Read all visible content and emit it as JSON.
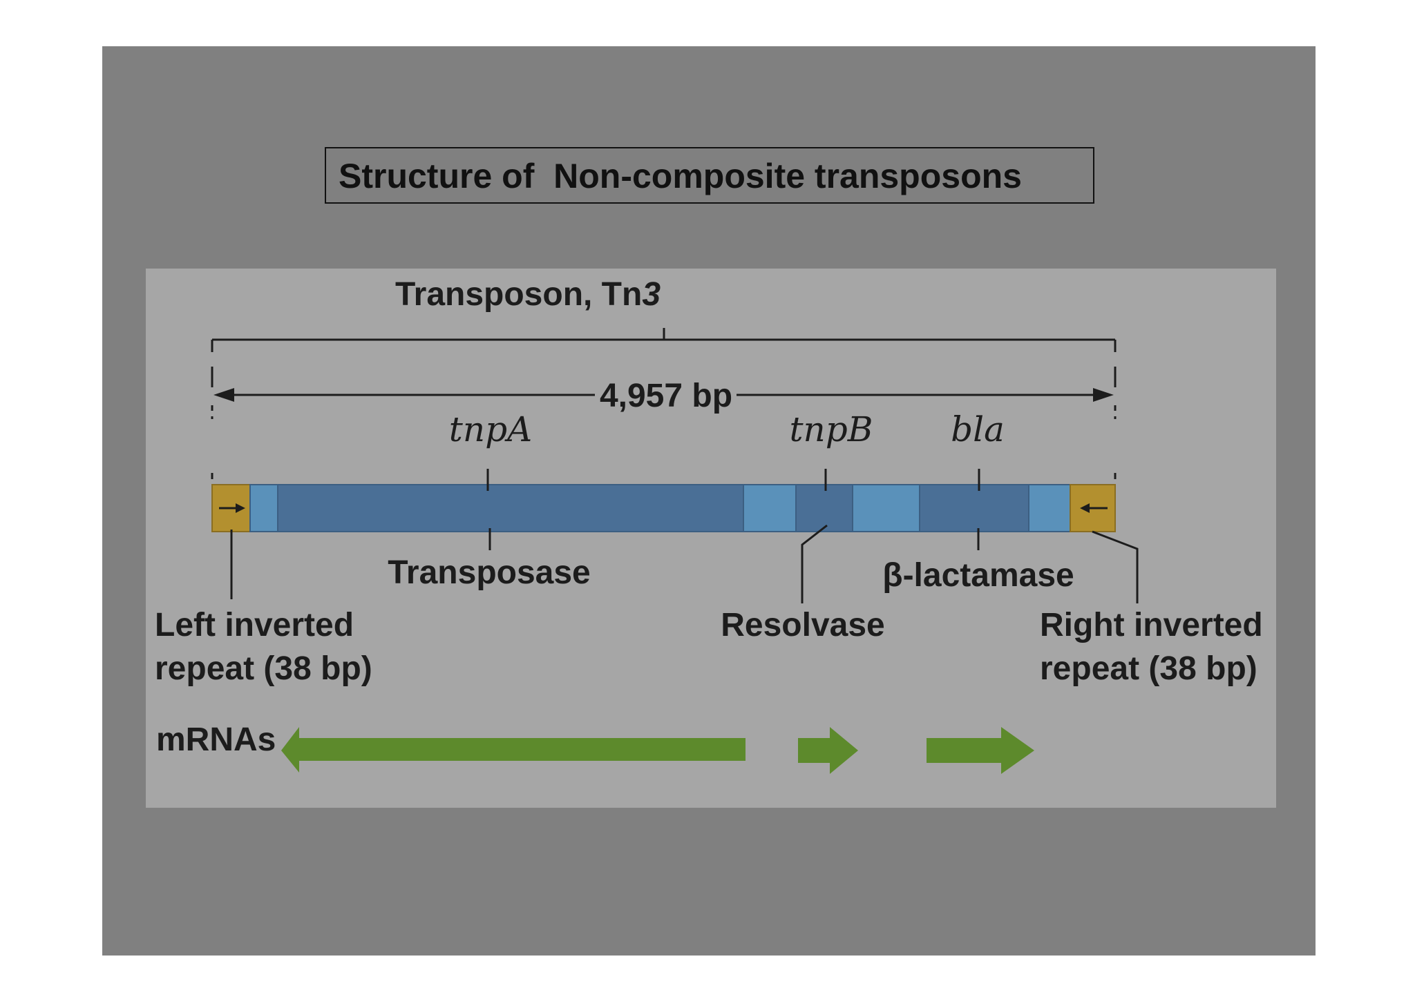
{
  "title": "Structure of  Non-composite transposons",
  "diagram": {
    "transposon_name": "Transposon, Tn",
    "transposon_number": "3",
    "length_label": "4,957 bp",
    "genes": {
      "tnpA": "tnpA",
      "tnpB": "tnpB",
      "bla": "bla"
    },
    "proteins": {
      "transposase": "Transposase",
      "resolvase": "Resolvase",
      "beta_lactamase": "β-lactamase"
    },
    "left_repeat": [
      "Left inverted",
      "repeat (38 bp)"
    ],
    "right_repeat": [
      "Right inverted",
      "repeat (38 bp)"
    ],
    "mrnas_label": "mRNAs",
    "colors": {
      "slide_background": "#808080",
      "panel_background": "#a6a6a6",
      "coding_region": "#4a6f96",
      "spacer_region": "#5a91ba",
      "inverted_repeat": "#b3902f",
      "mrna_arrow": "#5d8a2c",
      "line": "#1c1c1c"
    },
    "icons": [
      "left-inverted-repeat-arrow-icon",
      "right-inverted-repeat-arrow-icon",
      "mrna-arrow-icon"
    ]
  }
}
